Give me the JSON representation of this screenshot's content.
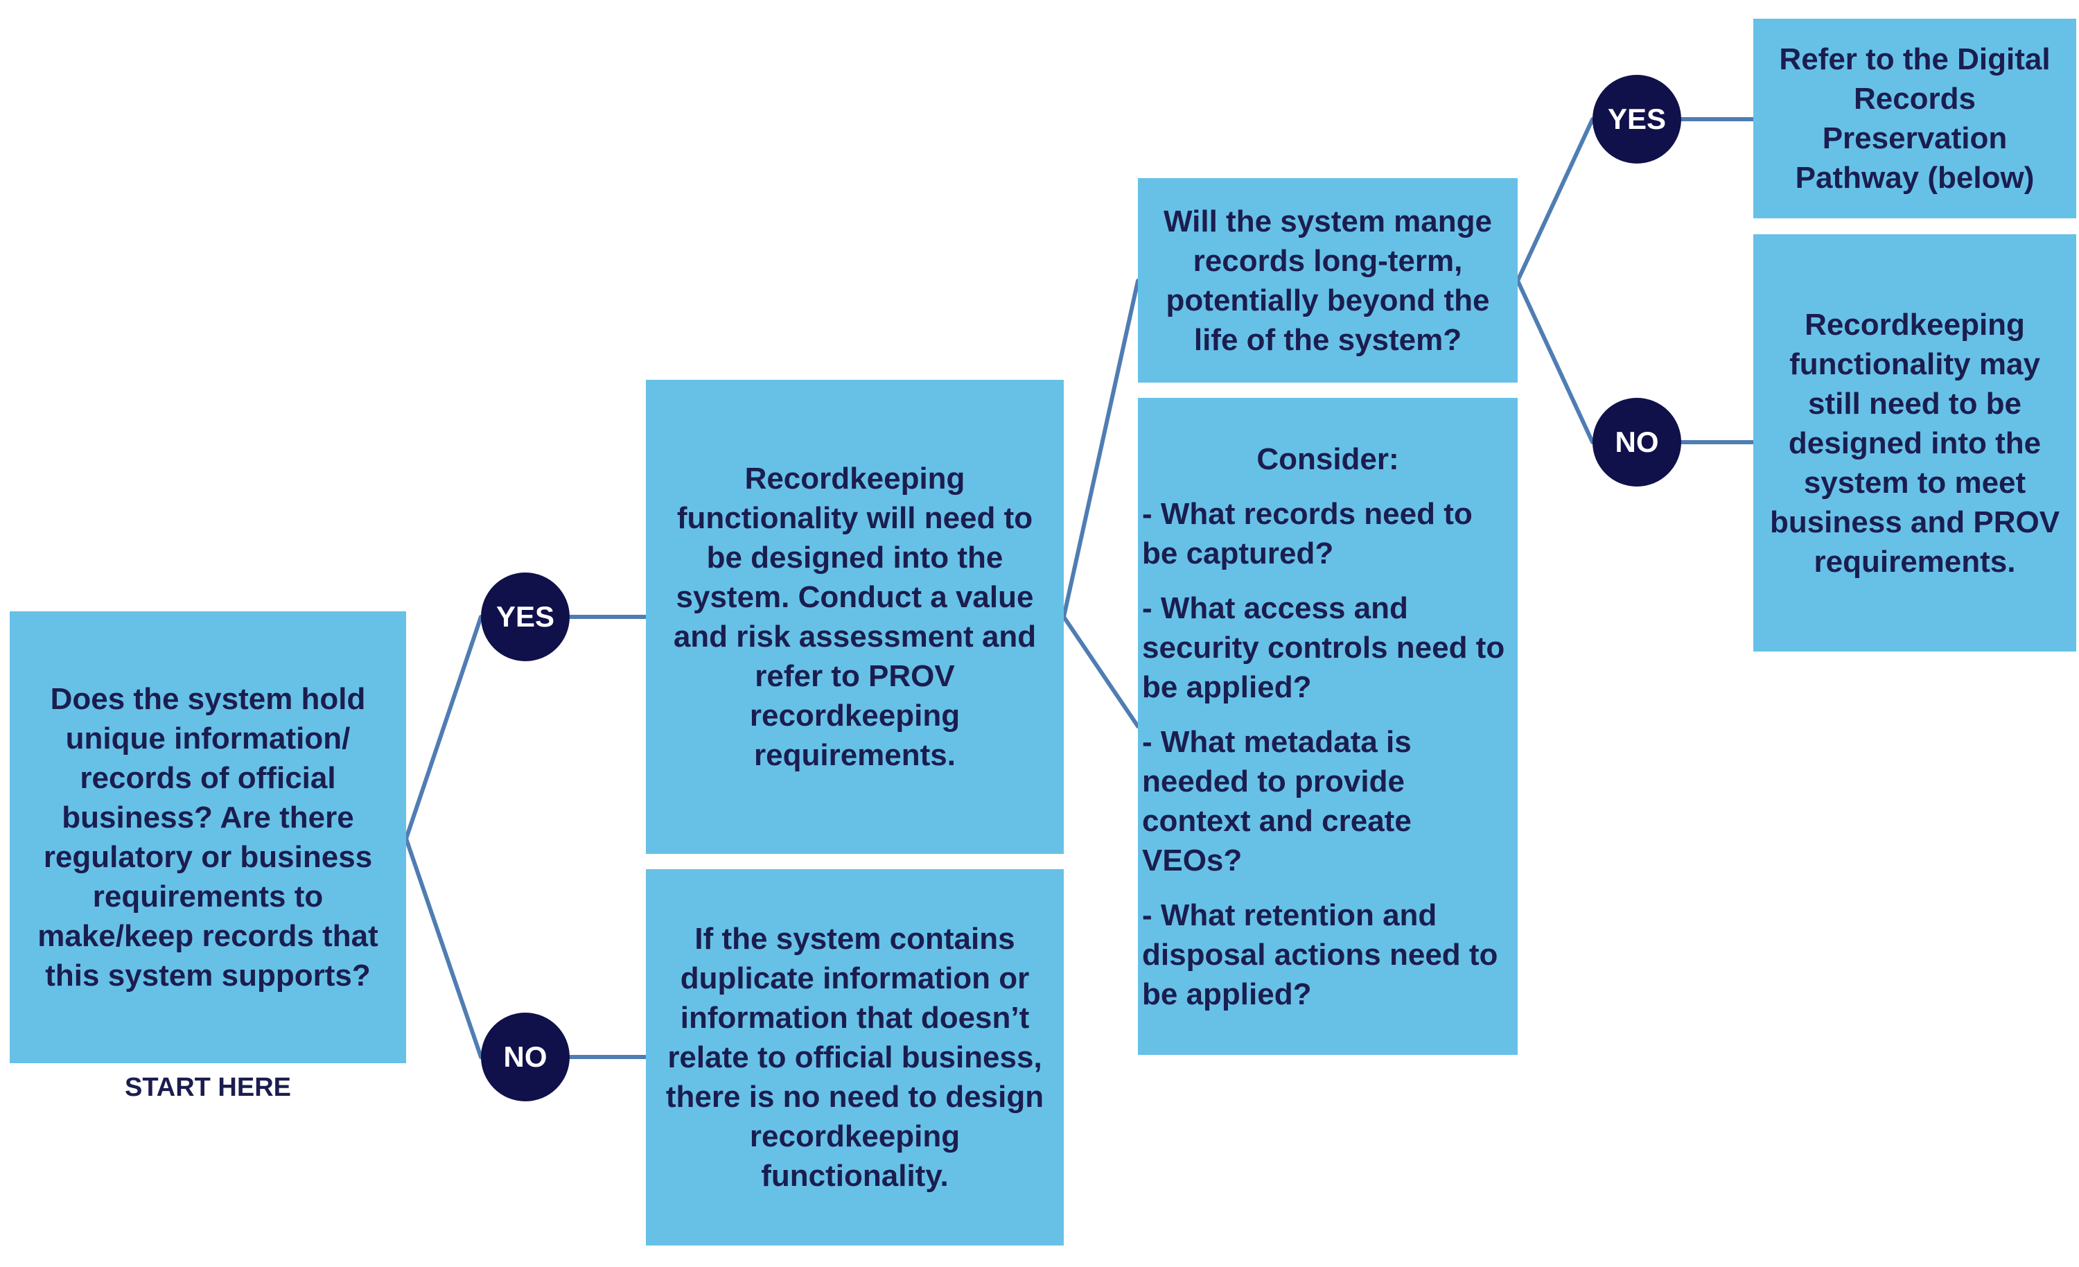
{
  "colors": {
    "box_fill": "#67c1e7",
    "circle_fill": "#10104a",
    "circle_text": "#ffffff",
    "text": "#1b1d4f",
    "connector": "#4f7db3"
  },
  "start": {
    "question": "Does the system hold unique information/ records of official business? Are there regulatory or business requirements to make/keep records that this system supports?",
    "label": "START HERE"
  },
  "decisions": {
    "yes_1": "YES",
    "no_1": "NO",
    "yes_2": "YES",
    "no_2": "NO"
  },
  "yes_branch": {
    "text": "Recordkeeping functionality will need to be designed into the system. Conduct a value and risk assessment and refer to PROV recordkeeping requirements."
  },
  "no_branch": {
    "text": "If the system contains duplicate information or information that doesn’t relate to official business, there is no need to design recordkeeping functionality."
  },
  "long_term": {
    "question": "Will the system mange records long-term, potentially beyond the life of the system?"
  },
  "consider": {
    "heading": "Consider:",
    "items": [
      "- What records need to be captured?",
      "- What access and security controls need to be applied?",
      "- What metadata is needed to provide context and create VEOs?",
      "- What retention and disposal actions need to be applied?"
    ]
  },
  "long_term_yes": {
    "text": "Refer to the Digital Records Preservation Pathway (below)"
  },
  "long_term_no": {
    "text": "Recordkeeping functionality may still need to be designed into the system to meet business and PROV requirements."
  }
}
